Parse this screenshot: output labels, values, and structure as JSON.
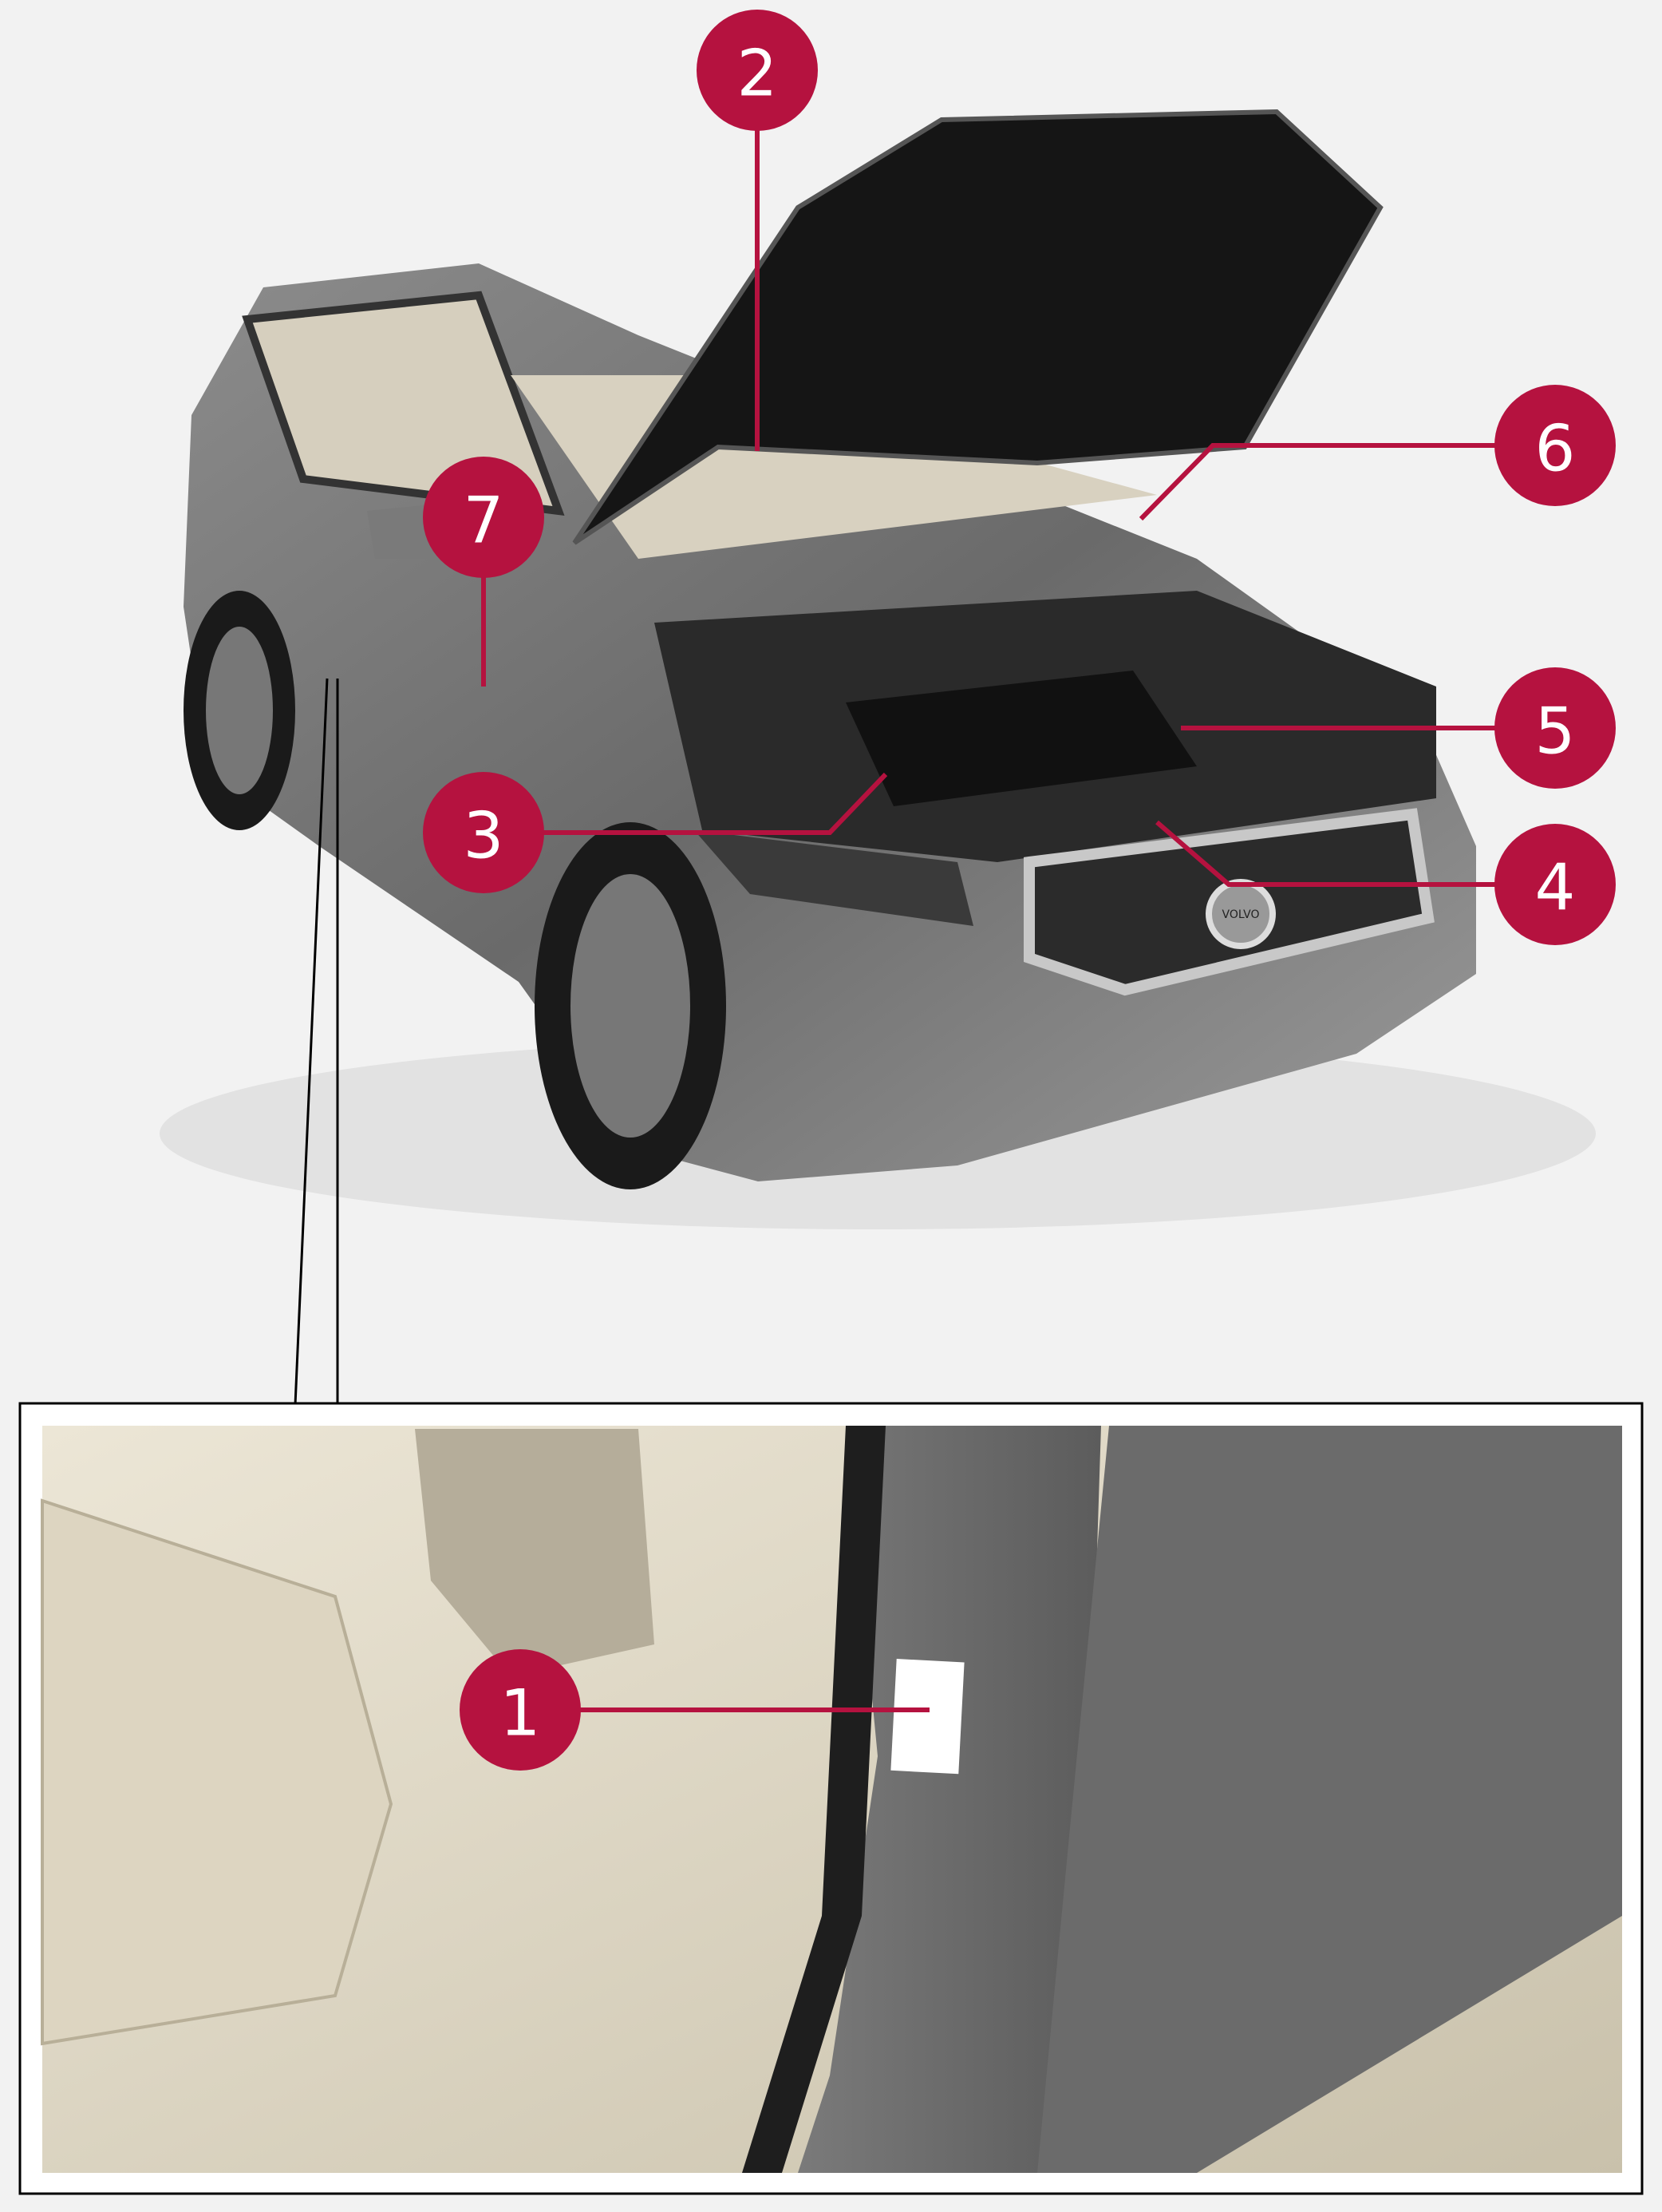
{
  "figure": {
    "accent_color": "#b5123f",
    "callouts": [
      {
        "label": "1"
      },
      {
        "label": "2"
      },
      {
        "label": "3"
      },
      {
        "label": "4"
      },
      {
        "label": "5"
      },
      {
        "label": "6"
      },
      {
        "label": "7"
      }
    ],
    "grille_badge": "VOLVO"
  }
}
